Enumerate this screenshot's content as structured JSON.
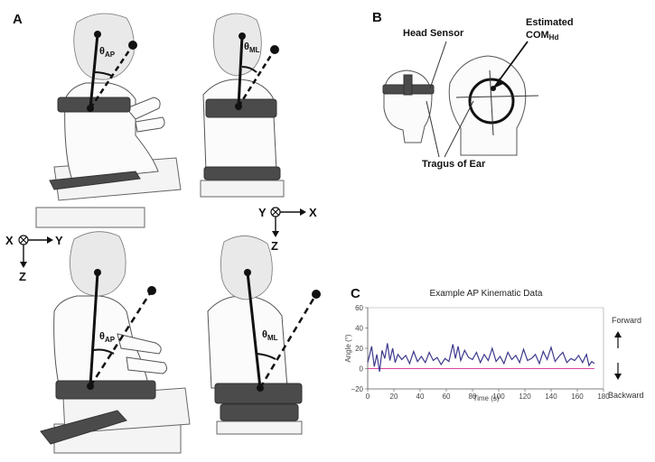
{
  "panels": {
    "a": "A",
    "b": "B",
    "c": "C"
  },
  "angles": {
    "theta": "θ",
    "ap_sub": "AP",
    "ml_sub": "ML"
  },
  "axes_labels": {
    "x": "X",
    "y": "Y",
    "z": "Z"
  },
  "panel_b": {
    "head_sensor": "Head Sensor",
    "estimated": "Estimated",
    "com": "COM",
    "com_sub": "Hd",
    "tragus": "Tragus of Ear"
  },
  "panel_c": {
    "side_top": "Forward",
    "side_bottom": "Backward"
  },
  "colors": {
    "series": "#3d3a8c",
    "baseline": "#d9479b",
    "band": "#4b4b4b"
  },
  "chart_data": {
    "type": "line",
    "title": "Example AP Kinematic Data",
    "xlabel": "Time (s)",
    "ylabel": "Angle (°)",
    "xlim": [
      0,
      180
    ],
    "ylim": [
      -20,
      60
    ],
    "xticks": [
      0,
      20,
      40,
      60,
      80,
      100,
      120,
      140,
      160,
      180
    ],
    "yticks": [
      -20,
      0,
      20,
      40,
      60
    ],
    "grid": false,
    "series": [
      {
        "x": [
          0,
          3,
          5,
          7,
          9,
          11,
          13,
          15,
          17,
          19,
          21,
          23,
          26,
          29,
          32,
          35,
          38,
          41,
          44,
          47,
          50,
          53,
          56,
          59,
          62,
          65,
          67,
          69,
          71,
          74,
          77,
          80,
          83,
          86,
          89,
          92,
          95,
          98,
          101,
          104,
          107,
          110,
          113,
          116,
          119,
          122,
          125,
          128,
          131,
          134,
          137,
          140,
          143,
          146,
          149,
          152,
          155,
          158,
          161,
          164,
          167,
          169,
          171,
          173
        ],
        "y": [
          6,
          22,
          2,
          14,
          -3,
          18,
          10,
          25,
          8,
          20,
          6,
          14,
          9,
          13,
          5,
          17,
          7,
          12,
          6,
          16,
          8,
          11,
          4,
          10,
          7,
          24,
          10,
          22,
          8,
          18,
          11,
          9,
          16,
          6,
          14,
          8,
          20,
          7,
          12,
          5,
          16,
          9,
          13,
          6,
          19,
          8,
          10,
          14,
          5,
          17,
          9,
          21,
          7,
          12,
          16,
          6,
          10,
          8,
          13,
          6,
          14,
          3,
          7,
          5
        ]
      }
    ],
    "baseline": 0
  }
}
